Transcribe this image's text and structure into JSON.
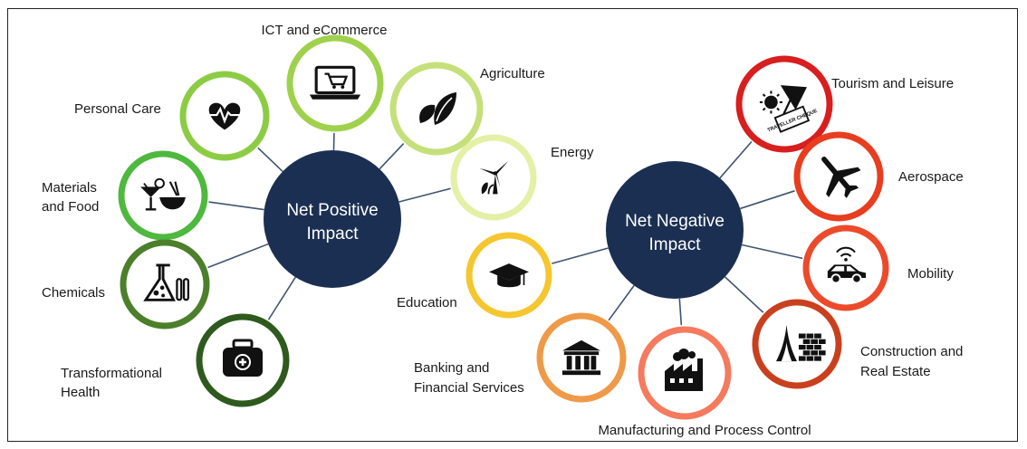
{
  "hubs": {
    "positive": {
      "line1": "Net Positive",
      "line2": "Impact",
      "color": "#1b2f52"
    },
    "negative": {
      "line1": "Net Negative",
      "line2": "Impact",
      "color": "#1b2f52"
    }
  },
  "positive_sectors": [
    {
      "id": "ict",
      "lines": [
        "ICT and eCommerce"
      ],
      "icon": "laptop-cart-icon",
      "ring_color": "#9fd14d"
    },
    {
      "id": "personal-care",
      "lines": [
        "Personal Care"
      ],
      "icon": "heart-pulse-icon",
      "ring_color": "#8ccc45"
    },
    {
      "id": "agriculture",
      "lines": [
        "Agriculture"
      ],
      "icon": "leaves-icon",
      "ring_color": "#c5e07a"
    },
    {
      "id": "energy",
      "lines": [
        "Energy"
      ],
      "icon": "wind-turbine-icon",
      "ring_color": "#e3f0a6"
    },
    {
      "id": "materials-food",
      "lines": [
        "Materials",
        "and Food"
      ],
      "icon": "cocktail-bowl-icon",
      "ring_color": "#4fb83e"
    },
    {
      "id": "chemicals",
      "lines": [
        "Chemicals"
      ],
      "icon": "flask-icon",
      "ring_color": "#4c7f2b"
    },
    {
      "id": "health",
      "lines": [
        "Transformational",
        "Health"
      ],
      "icon": "medical-kit-icon",
      "ring_color": "#2e5a1e"
    }
  ],
  "negative_sectors": [
    {
      "id": "tourism",
      "lines": [
        "Tourism and Leisure"
      ],
      "icon": "umbrella-cheque-icon",
      "ring_color": "#d81e1e"
    },
    {
      "id": "aerospace",
      "lines": [
        "Aerospace"
      ],
      "icon": "airplane-icon",
      "ring_color": "#e83d1f"
    },
    {
      "id": "mobility",
      "lines": [
        "Mobility"
      ],
      "icon": "connected-car-icon",
      "ring_color": "#ec4a2a"
    },
    {
      "id": "construction",
      "lines": [
        "Construction and",
        "Real Estate"
      ],
      "icon": "building-bricks-icon",
      "ring_color": "#c9401e"
    },
    {
      "id": "manufacturing",
      "lines": [
        "Manufacturing and Process Control"
      ],
      "icon": "factory-icon",
      "ring_color": "#f57a5e"
    },
    {
      "id": "banking",
      "lines": [
        "Banking and",
        "Financial Services"
      ],
      "icon": "bank-icon",
      "ring_color": "#ef9a48"
    },
    {
      "id": "education",
      "lines": [
        "Education"
      ],
      "icon": "graduation-cap-icon",
      "ring_color": "#f5c62e"
    }
  ],
  "icon_texts": {
    "cheque": "TRAVELLER CHEQUE"
  }
}
